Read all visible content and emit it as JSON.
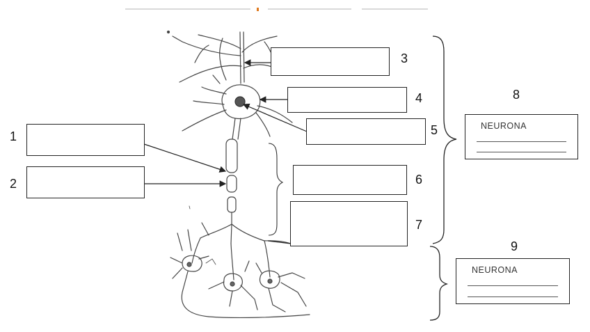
{
  "labels": {
    "n1": "1",
    "n2": "2",
    "n3": "3",
    "n4": "4",
    "n5": "5",
    "n6": "6",
    "n7": "7",
    "n8": "8",
    "n9": "9"
  },
  "neurona_cards": [
    {
      "title": "NEURONA"
    },
    {
      "title": "NEURONA"
    }
  ],
  "colors": {
    "line": "#222222",
    "sketch": "#444444",
    "accent_mark": "#e07a1f"
  },
  "icons": [
    "neuron-illustration-icon"
  ]
}
